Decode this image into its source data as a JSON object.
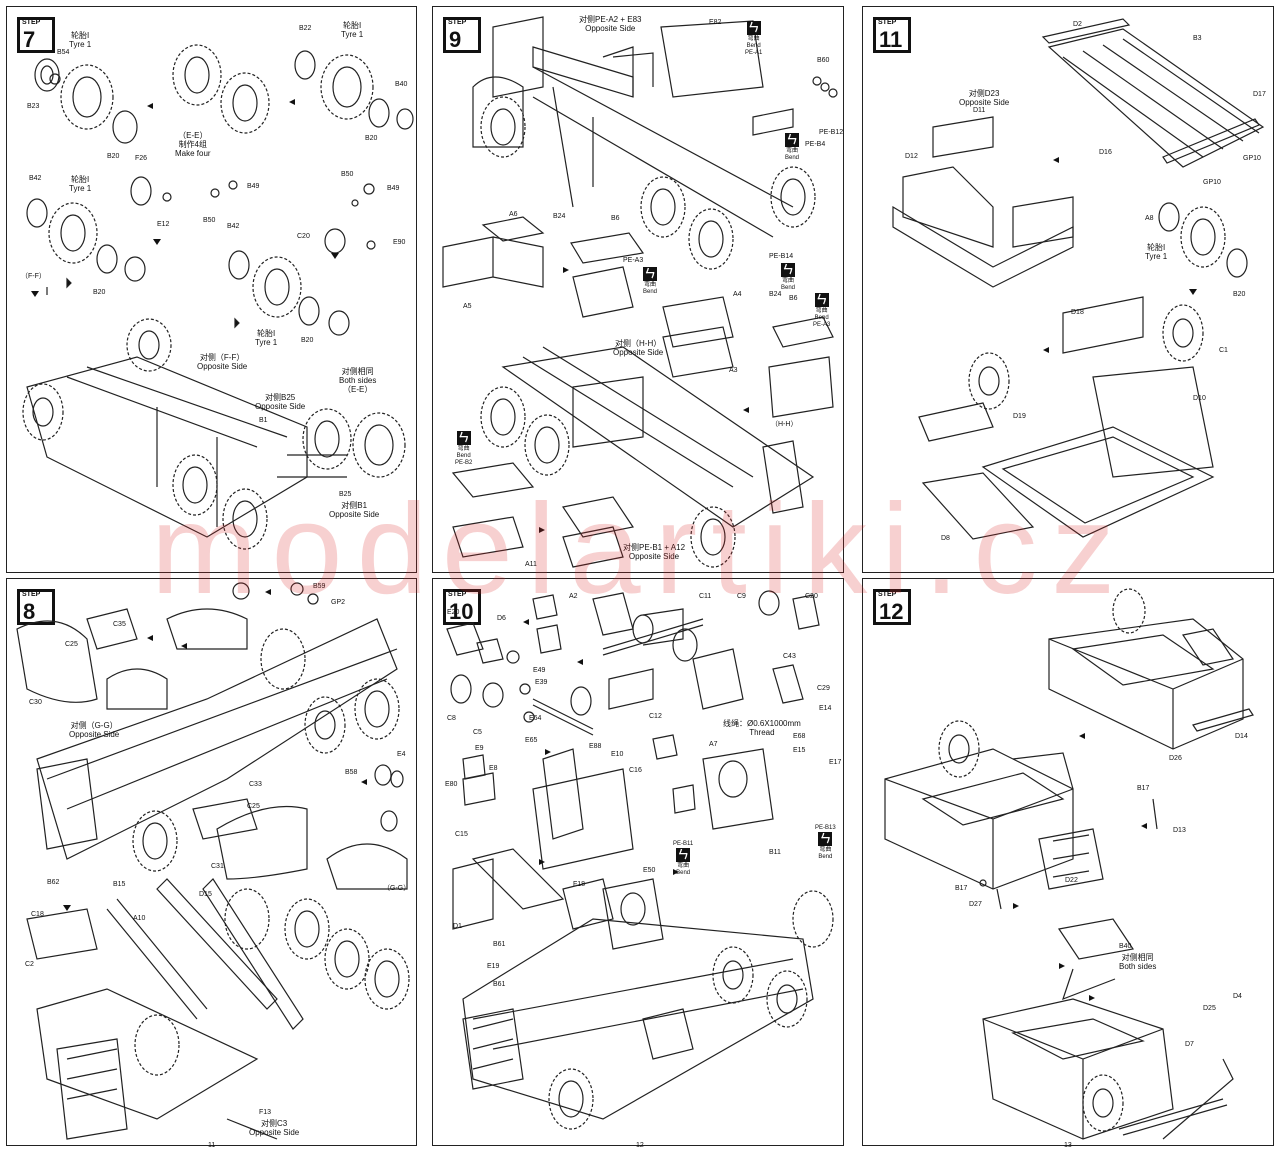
{
  "watermark": "modelartiki.cz",
  "step_label": "STEP",
  "steps": [
    {
      "id": "7",
      "labels": {
        "b22": "B22",
        "tyre1a": "轮胎I",
        "tyre1a_en": "Tyre 1",
        "b54": "B54",
        "b23": "B23",
        "b40": "B40",
        "b20a": "B20",
        "b20b": "B20",
        "ee": "（E-E）",
        "make4": "制作4组",
        "make4_en": "Make four",
        "b42a": "B42",
        "tyre1b": "轮胎I",
        "tyre1b_en": "Tyre 1",
        "ff": "（F-F）",
        "b20c": "B20",
        "f26": "F26",
        "e12": "E12",
        "b49a": "B49",
        "b50a": "B50",
        "b50b": "B50",
        "b49b": "B49",
        "c20": "C20",
        "e90": "E90",
        "b42b": "B42",
        "tyre1c": "轮胎I",
        "tyre1c_en": "Tyre 1",
        "b20d": "B20",
        "opp_ff": "对侧（F-F）",
        "opp_ff_en": "Opposite Side",
        "opp_b25": "对侧B25",
        "opp_b25_en": "Opposite Side",
        "b1": "B1",
        "both": "对侧相同",
        "both_en": "Both sides",
        "ee2": "（E-E）",
        "b25": "B25",
        "opp_b1": "对侧B1",
        "opp_b1_en": "Opposite Side"
      }
    },
    {
      "id": "9",
      "labels": {
        "pe": "对侧PE-A2 + E83",
        "pe_en": "Opposite Side",
        "e82": "E82",
        "pea1": "PE-A1",
        "bend": "弯曲",
        "bend_en": "Bend",
        "b60": "B60",
        "peb12": "PE-B12",
        "peb4": "PE-B4",
        "a6": "A6",
        "b24a": "B24",
        "b6a": "B6",
        "a5": "A5",
        "pea3a": "PE-A3",
        "peb14": "PE-B14",
        "a4": "A4",
        "b24b": "B24",
        "b6b": "B6",
        "pea3b": "PE-A3",
        "opp_hh": "对侧（H-H）",
        "opp_hh_en": "Opposite Side",
        "a3": "A3",
        "hh": "（H-H）",
        "peb2": "PE-B2",
        "a11": "A11",
        "opp_peb1": "对侧PE-B1 + A12",
        "opp_peb1_en": "Opposite Side"
      }
    },
    {
      "id": "11",
      "labels": {
        "d2": "D2",
        "b3": "B3",
        "d17": "D17",
        "d16": "D16",
        "gp10a": "GP10",
        "gp10b": "GP10",
        "opp_d23": "对侧D23",
        "opp_d23_en": "Opposite Side",
        "d11": "D11",
        "d12": "D12",
        "a8": "A8",
        "tyre1": "轮胎I",
        "tyre1_en": "Tyre 1",
        "b20": "B20",
        "d18": "D18",
        "c1": "C1",
        "d19": "D19",
        "d10": "D10",
        "d8": "D8"
      }
    },
    {
      "id": "8",
      "labels": {
        "b59": "B59",
        "gp2": "GP2",
        "c35": "C35",
        "c25a": "C25",
        "c30": "C30",
        "opp_gg": "对侧（G-G）",
        "opp_gg_en": "Opposite Side",
        "e4": "E4",
        "b58": "B58",
        "c33": "C33",
        "c25b": "C25",
        "c31": "C31",
        "gg": "（G-G）",
        "b62": "B62",
        "b15": "B15",
        "c18": "C18",
        "c2": "C2",
        "a10": "A10",
        "d15": "D15",
        "f13": "F13",
        "opp_c3": "对侧C3",
        "opp_c3_en": "Opposite Side"
      }
    },
    {
      "id": "10",
      "labels": {
        "e20": "E20",
        "a2": "A2",
        "c11": "C11",
        "c9": "C9",
        "c20": "C20",
        "d6": "D6",
        "e49": "E49",
        "c43": "C43",
        "c8": "C8",
        "e39": "E39",
        "c5": "C5",
        "e64": "E64",
        "e65": "E65",
        "e88": "E88",
        "e10": "E10",
        "c12": "C12",
        "c29": "C29",
        "thread": "线绳：Ø0.6X1000mm",
        "thread_en": "Thread",
        "e14": "E14",
        "e68": "E68",
        "e15": "E15",
        "a7": "A7",
        "e9": "E9",
        "e80": "E80",
        "e8": "E8",
        "c16": "C16",
        "e17": "E17",
        "c15": "C15",
        "peb11": "PE-B11",
        "bend": "弯曲",
        "bend_en": "Bend",
        "e50": "E50",
        "peb13": "PE-B13",
        "b11": "B11",
        "f18": "F18",
        "d1": "D1",
        "b61a": "B61",
        "e19": "E19",
        "b61b": "B61"
      }
    },
    {
      "id": "12",
      "labels": {
        "d14": "D14",
        "d26": "D26",
        "b17a": "B17",
        "d13": "D13",
        "b17b": "B17",
        "d27": "D27",
        "d22": "D22",
        "b40": "B40",
        "both": "对侧相同",
        "both_en": "Both sides",
        "d25": "D25",
        "d4": "D4",
        "d7": "D7"
      }
    }
  ],
  "page_numbers": {
    "left": "11",
    "mid": "12",
    "right": "13"
  }
}
